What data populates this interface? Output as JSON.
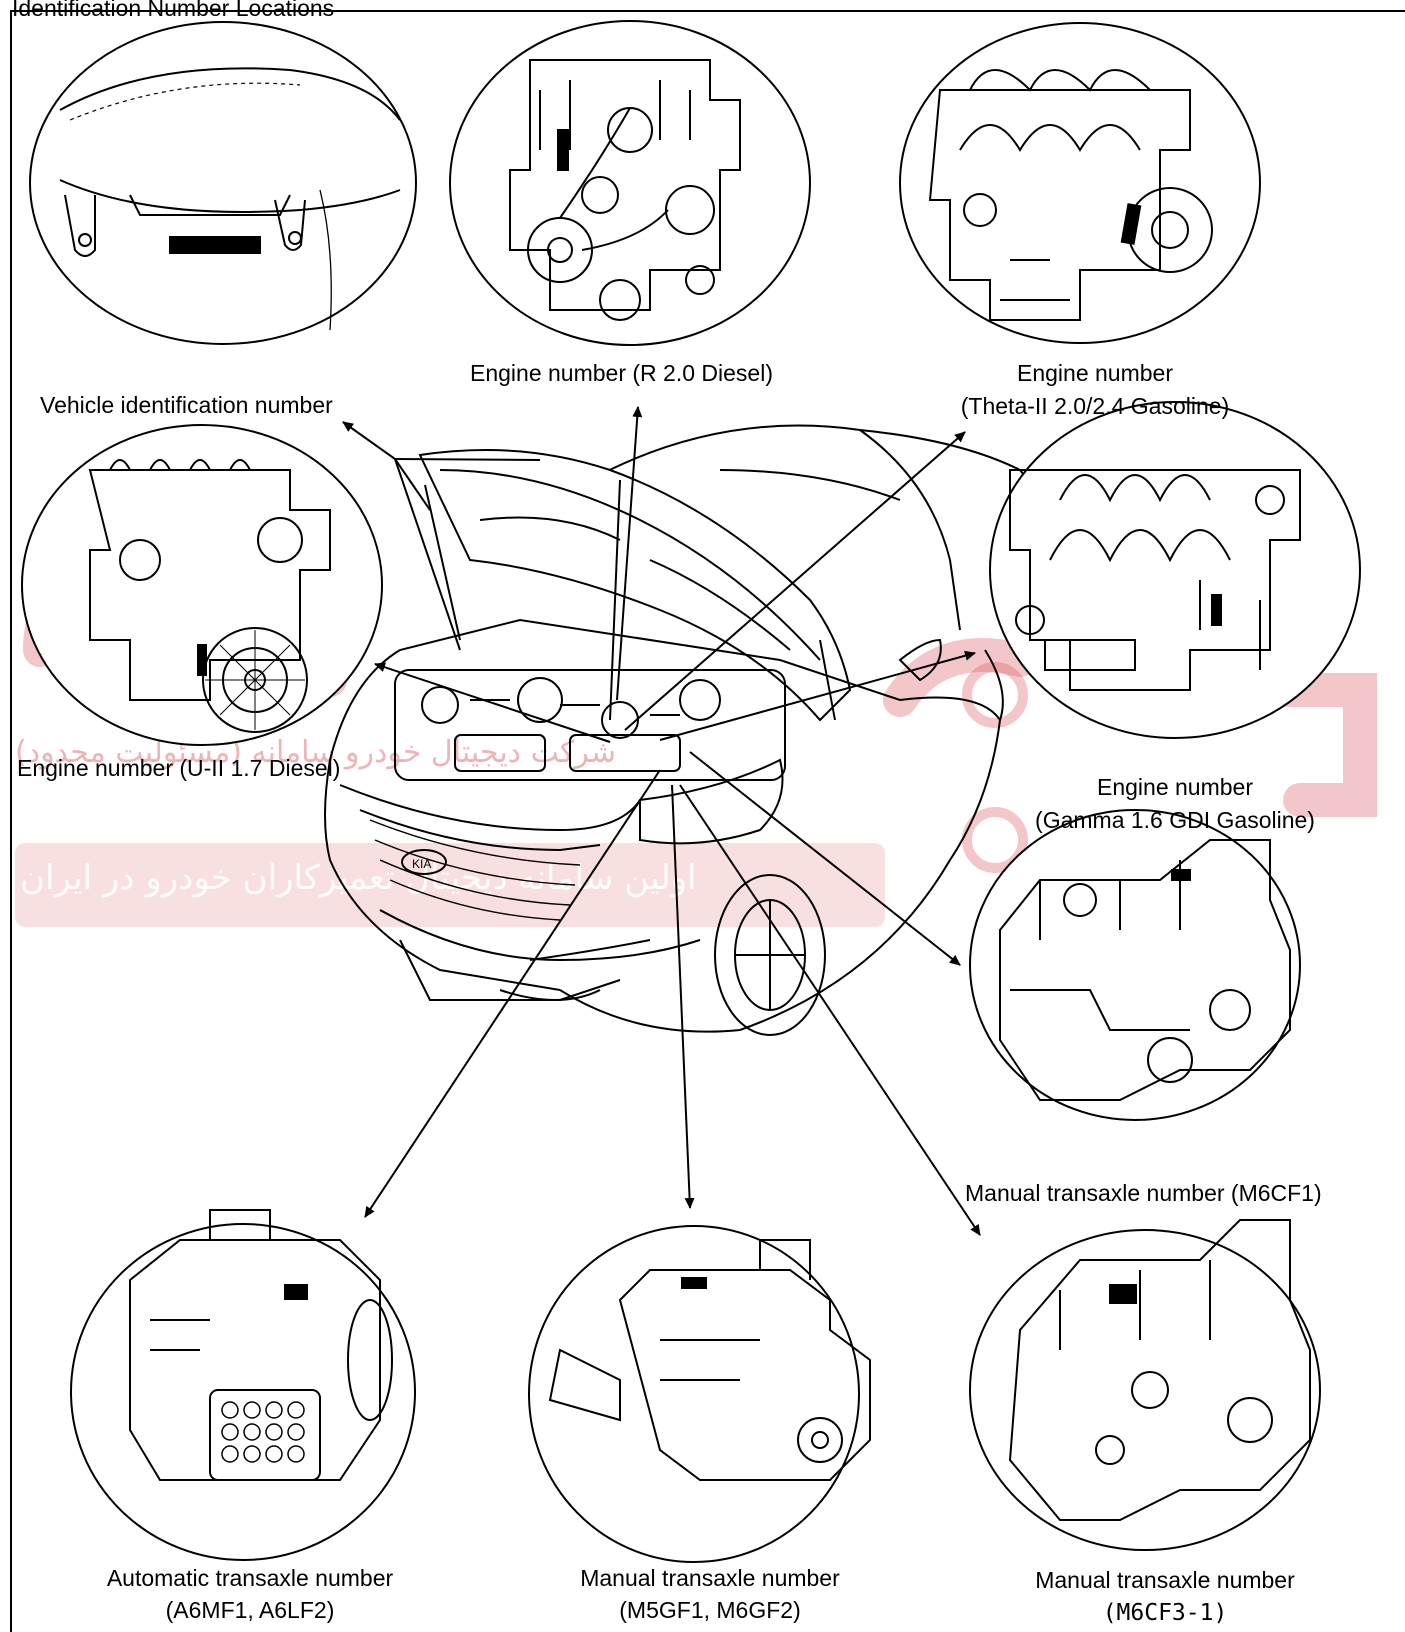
{
  "header": {
    "title_fragment": "Identification Number Locations"
  },
  "labels": {
    "vin": "Vehicle identification number",
    "engine_r20": "Engine number (R 2.0 Diesel)",
    "engine_theta_1": "Engine number",
    "engine_theta_2": "(Theta-II 2.0/2.4 Gasoline)",
    "engine_u2": "Engine number (U-II 1.7 Diesel)",
    "engine_gamma_1": "Engine number",
    "engine_gamma_2": "(Gamma 1.6 GDI Gasoline)",
    "manual_m6cf1": "Manual transaxle number (M6CF1)",
    "auto_1": "Automatic transaxle number",
    "auto_2": "(A6MF1, A6LF2)",
    "manual_m5gf1_1": "Manual transaxle number",
    "manual_m5gf1_2": "(M5GF1, M6GF2)",
    "manual_m6cf3_1": "Manual transaxle number",
    "manual_m6cf3_2": "(M6CF3-1)"
  },
  "watermark": {
    "line_top": "شرکت دیجیتال خودرو سامانه (مسئولیت محدود)",
    "line_banner": "اولین سامانه دیجیتال تعمیرکاران خودرو در ایران",
    "logo_letters": "خودرو",
    "color": "#e06a70"
  },
  "icons": [
    "car-hood-open-illustration",
    "engine-illustration",
    "transaxle-illustration",
    "callout-arrow"
  ]
}
